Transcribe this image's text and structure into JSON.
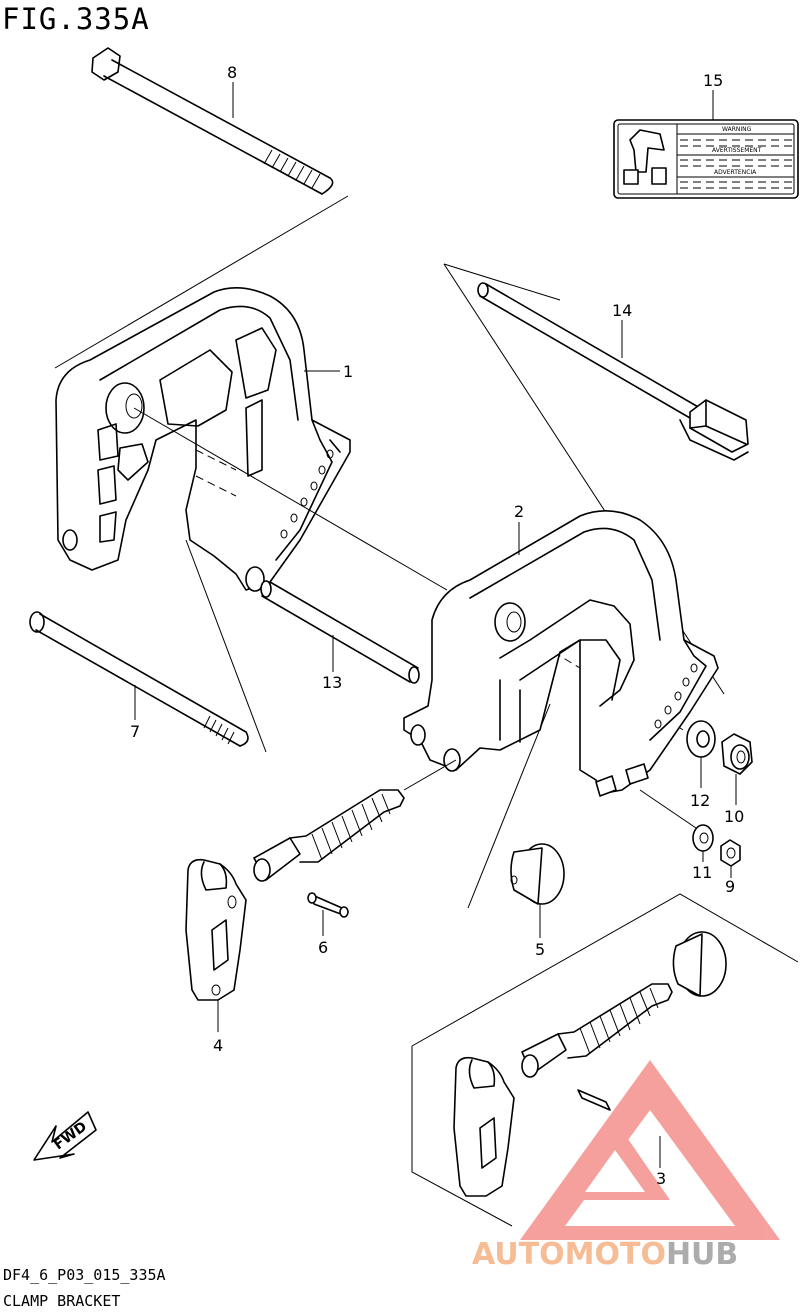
{
  "figure": {
    "title": "FIG.335A",
    "code": "DF4_6_P03_015_335A",
    "caption": "CLAMP BRACKET"
  },
  "parts": [
    {
      "ref": "1"
    },
    {
      "ref": "2"
    },
    {
      "ref": "3"
    },
    {
      "ref": "4"
    },
    {
      "ref": "5"
    },
    {
      "ref": "6"
    },
    {
      "ref": "7"
    },
    {
      "ref": "8"
    },
    {
      "ref": "9"
    },
    {
      "ref": "10"
    },
    {
      "ref": "11"
    },
    {
      "ref": "12"
    },
    {
      "ref": "13"
    },
    {
      "ref": "14"
    },
    {
      "ref": "15"
    }
  ],
  "label_plate": {
    "lines": [
      "WARNING",
      "AVERTISSEMENT",
      "ADVERTENCIA"
    ]
  },
  "direction_arrow": "FWD",
  "watermark": {
    "part1": "AUTOMOTO",
    "part2": "HUB",
    "color1": "#f4b183",
    "color2": "#9e9e9e",
    "triangle_color": "#ef5350"
  }
}
